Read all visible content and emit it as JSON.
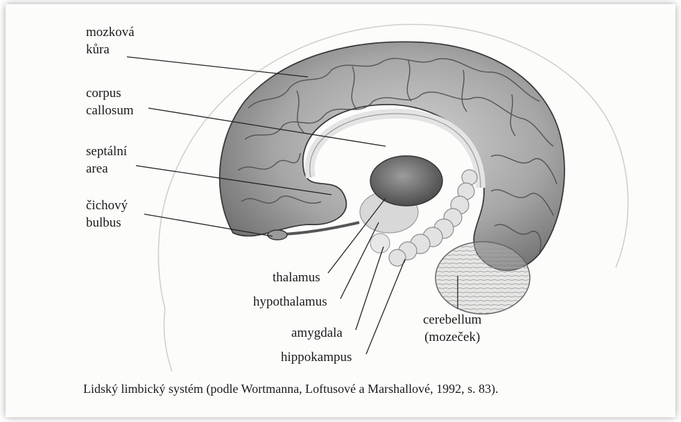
{
  "labels": {
    "cortex": [
      "mozková",
      "kůra"
    ],
    "corpus": [
      "corpus",
      "callosum"
    ],
    "septal": [
      "septální",
      "area"
    ],
    "olfactory": [
      "čichový",
      "bulbus"
    ],
    "thalamus": "thalamus",
    "hypothalamus": "hypothalamus",
    "amygdala": "amygdala",
    "hippocampus": "hippokampus",
    "cerebellum": [
      "cerebellum",
      "(mozeček)"
    ]
  },
  "caption": "Lidský limbický systém (podle Wortmanna, Loftusové a Marshallové, 1992, s. 83).",
  "colors": {
    "cortex_fill": "#8d8d8d",
    "cortex_light": "#c4c4c4",
    "line": "#222222",
    "background": "#fcfcfb"
  }
}
